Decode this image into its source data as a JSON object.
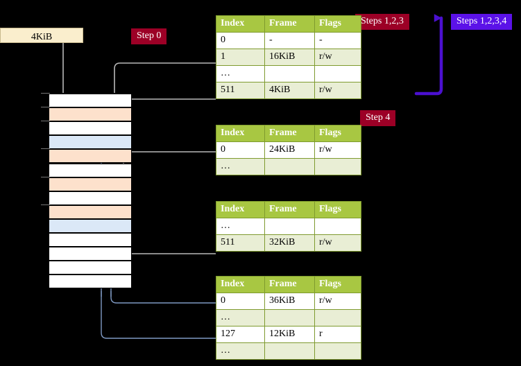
{
  "diagram": {
    "title_labels": {
      "step0": "Step 0",
      "step4": "Step 4",
      "steps123": "Steps 1,2,3",
      "steps1234": "Steps 1,2,3,4"
    },
    "memory_label": "4KiB",
    "colors": {
      "badge_red": "#9c0026",
      "badge_blue": "#5b12e8",
      "table_header": "#a8c742",
      "table_header_border": "#7e9a2e",
      "table_row_alt": "#e9eed5",
      "highlight": "#ffffa8",
      "mem_orange": "#fde1cc",
      "mem_blue": "#dbe8f7",
      "mem_white": "#ffffff",
      "label_box": "#faeecd",
      "wire_gray": "#b9b9b9",
      "wire_blue": "#7f9ac4",
      "arrow_violet": "#4b10d0"
    }
  },
  "memory_rows": [
    {
      "index": 0,
      "fill": "#ffffff"
    },
    {
      "index": 1,
      "fill": "#fde1cc"
    },
    {
      "index": 2,
      "fill": "#ffffff"
    },
    {
      "index": 3,
      "fill": "#dbe8f7"
    },
    {
      "index": 4,
      "fill": "#fde1cc"
    },
    {
      "index": 5,
      "fill": "#ffffff"
    },
    {
      "index": 6,
      "fill": "#fde1cc"
    },
    {
      "index": 7,
      "fill": "#ffffff"
    },
    {
      "index": 8,
      "fill": "#fde1cc"
    },
    {
      "index": 9,
      "fill": "#dbe8f7"
    },
    {
      "index": 10,
      "fill": "#ffffff"
    },
    {
      "index": 11,
      "fill": "#ffffff"
    },
    {
      "index": 12,
      "fill": "#ffffff"
    },
    {
      "index": 13,
      "fill": "#ffffff"
    }
  ],
  "tables": [
    {
      "id": "pt-level-1",
      "headers": [
        "Index",
        "Frame",
        "Flags"
      ],
      "rows": [
        {
          "cells": [
            "0",
            "-",
            "-"
          ],
          "shade": "odd",
          "highlight": [
            false,
            false,
            false
          ]
        },
        {
          "cells": [
            "1",
            "16KiB",
            "r/w"
          ],
          "shade": "even",
          "highlight": [
            false,
            false,
            false
          ]
        },
        {
          "cells": [
            "…",
            "",
            ""
          ],
          "shade": "odd",
          "highlight": [
            false,
            false,
            false
          ]
        },
        {
          "cells": [
            "511",
            "4KiB",
            "r/w"
          ],
          "shade": "even",
          "highlight": [
            true,
            true,
            true
          ]
        }
      ]
    },
    {
      "id": "pt-level-2",
      "headers": [
        "Index",
        "Frame",
        "Flags"
      ],
      "rows": [
        {
          "cells": [
            "0",
            "24KiB",
            "r/w"
          ],
          "shade": "odd",
          "highlight": [
            false,
            false,
            false
          ]
        },
        {
          "cells": [
            "…",
            "",
            ""
          ],
          "shade": "even",
          "highlight": [
            false,
            false,
            false
          ]
        }
      ]
    },
    {
      "id": "pt-level-3",
      "headers": [
        "Index",
        "Frame",
        "Flags"
      ],
      "rows": [
        {
          "cells": [
            "…",
            "",
            ""
          ],
          "shade": "odd",
          "highlight": [
            false,
            false,
            false
          ]
        },
        {
          "cells": [
            "511",
            "32KiB",
            "r/w"
          ],
          "shade": "even",
          "highlight": [
            false,
            false,
            false
          ]
        }
      ]
    },
    {
      "id": "pt-level-4",
      "headers": [
        "Index",
        "Frame",
        "Flags"
      ],
      "rows": [
        {
          "cells": [
            "0",
            "36KiB",
            "r/w"
          ],
          "shade": "odd",
          "highlight": [
            false,
            false,
            false
          ]
        },
        {
          "cells": [
            "…",
            "",
            ""
          ],
          "shade": "even",
          "highlight": [
            false,
            false,
            false
          ]
        },
        {
          "cells": [
            "127",
            "12KiB",
            "r"
          ],
          "shade": "odd",
          "highlight": [
            false,
            false,
            false
          ]
        },
        {
          "cells": [
            "…",
            "",
            ""
          ],
          "shade": "even",
          "highlight": [
            false,
            false,
            false
          ]
        }
      ]
    }
  ]
}
